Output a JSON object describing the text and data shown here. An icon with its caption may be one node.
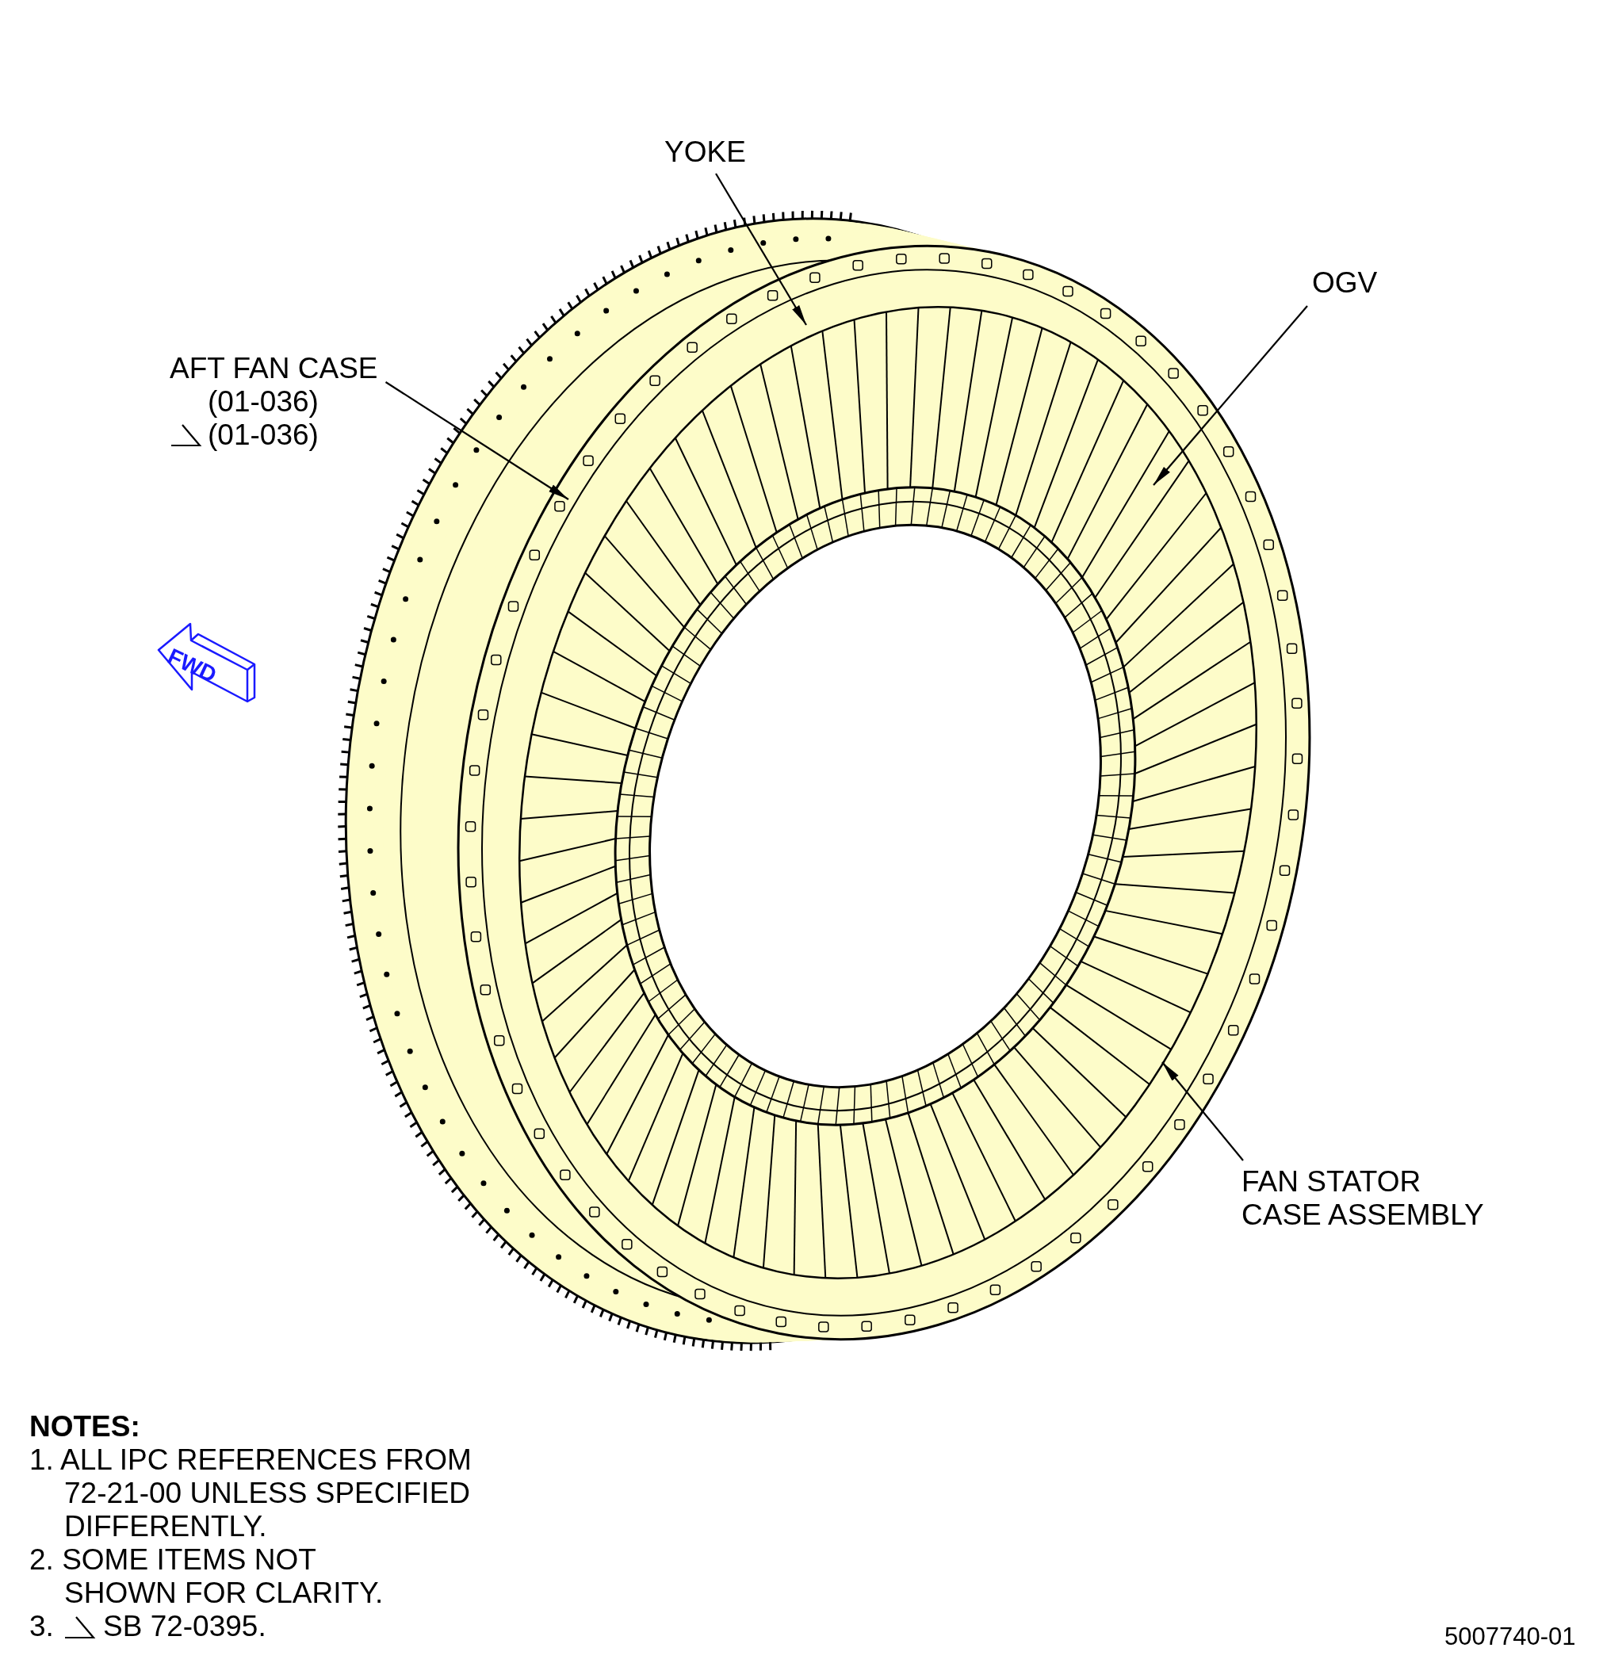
{
  "diagram": {
    "nodes": [
      {
        "text": [
          "YOKE"
        ]
      },
      {
        "text": [
          "AFT FAN CASE",
          "(01-036)",
          "(01-036)"
        ]
      },
      {
        "text": [
          "OGV"
        ]
      },
      {
        "text": [
          "FAN STATOR CASE ASSEMBLY"
        ]
      }
    ],
    "edges": [
      {
        "from": 0,
        "to": null,
        "arrow": "to"
      },
      {
        "from": 1,
        "to": null,
        "arrow": "to"
      },
      {
        "from": 2,
        "to": null,
        "arrow": "to"
      },
      {
        "from": 3,
        "to": null,
        "arrow": "to"
      }
    ],
    "labels": [
      "FWD",
      "NOTES:",
      "1. ALL IPC REFERENCES FROM 72-21-00 UNLESS SPECIFIED DIFFERENTLY.",
      "2. SOME ITEMS NOT SHOWN FOR CLARITY.",
      "3.",
      "SB 72-0395.",
      "5007740-01"
    ]
  }
}
